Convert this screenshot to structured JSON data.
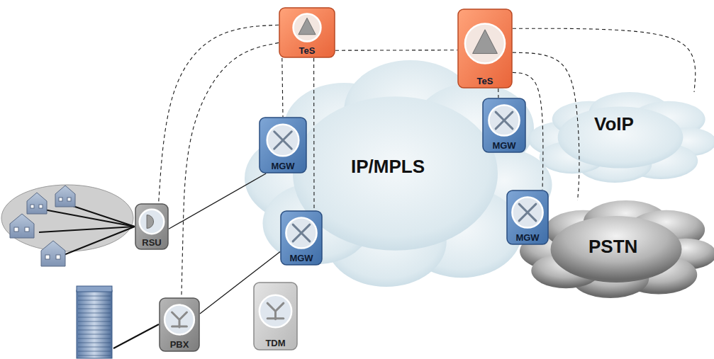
{
  "diagram": {
    "nodes": [
      {
        "text": [
          "TeS"
        ]
      },
      {
        "text": [
          "TeS"
        ]
      },
      {
        "text": [
          "MGW"
        ]
      },
      {
        "text": [
          "IP/MPLS"
        ]
      },
      {
        "text": [
          "MGW"
        ]
      },
      {
        "text": [
          "VoIP"
        ]
      },
      {
        "text": [
          "RSU"
        ]
      },
      {
        "text": [
          "MGW"
        ]
      },
      {
        "text": [
          "MGW"
        ]
      },
      {
        "text": [
          "PSTN"
        ]
      },
      {
        "text": [
          "PBX"
        ]
      },
      {
        "text": [
          "TDM"
        ]
      }
    ],
    "edges": [
      {
        "from": 0,
        "to": 2,
        "arrow": "none"
      },
      {
        "from": 0,
        "to": 7,
        "arrow": "none"
      },
      {
        "from": 0,
        "to": 6,
        "arrow": "none"
      },
      {
        "from": 0,
        "to": 10,
        "arrow": "none"
      },
      {
        "from": 0,
        "to": 1,
        "arrow": "none"
      },
      {
        "from": 1,
        "to": 4,
        "arrow": "none"
      },
      {
        "from": 1,
        "to": 8,
        "arrow": "none"
      },
      {
        "from": 1,
        "to": 5,
        "arrow": "none"
      },
      {
        "from": 1,
        "to": 9,
        "arrow": "none"
      },
      {
        "from": 6,
        "to": 2,
        "arrow": "none"
      },
      {
        "from": 10,
        "to": 7,
        "arrow": "none"
      }
    ]
  }
}
